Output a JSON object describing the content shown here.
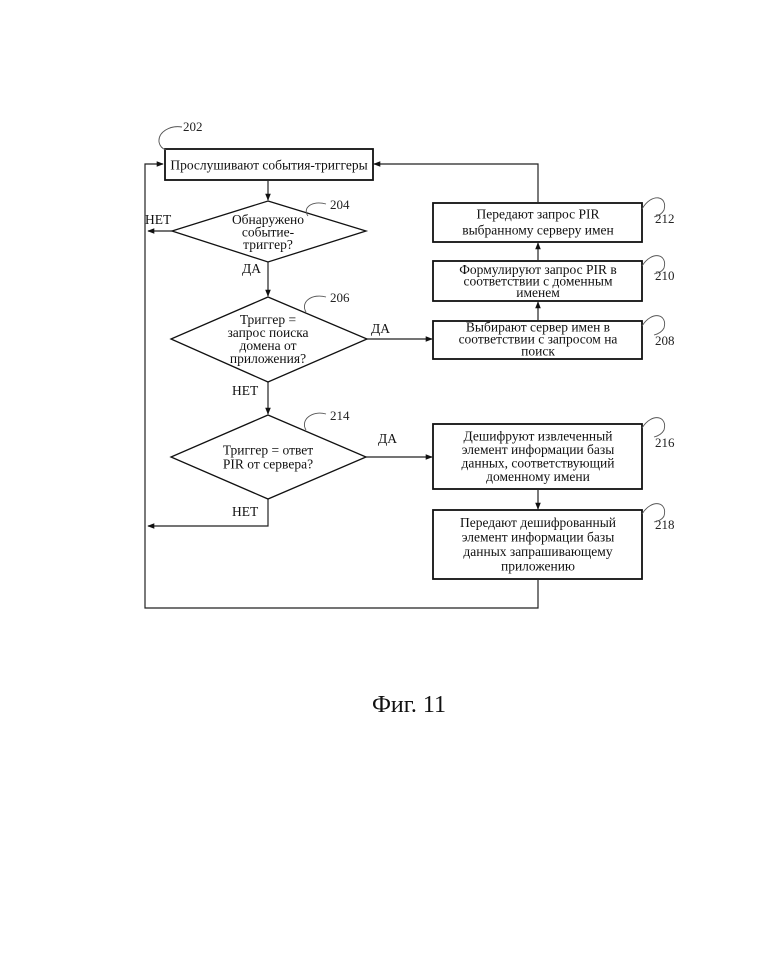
{
  "nodes": {
    "n202": {
      "ref": "202",
      "lines": [
        "Прослушивают события-триггеры"
      ]
    },
    "n204": {
      "ref": "204",
      "lines": [
        "Обнаружено",
        "событие-",
        "триггер?"
      ]
    },
    "n206": {
      "ref": "206",
      "lines": [
        "Триггер =",
        "запрос поиска",
        "домена от",
        "приложения?"
      ]
    },
    "n214": {
      "ref": "214",
      "lines": [
        "Триггер = ответ",
        "PIR от сервера?"
      ]
    },
    "n208": {
      "ref": "208",
      "lines": [
        "Выбирают сервер имен в",
        "соответствии с запросом на",
        "поиск"
      ]
    },
    "n210": {
      "ref": "210",
      "lines": [
        "Формулируют запрос PIR в",
        "соответствии с доменным",
        "именем"
      ]
    },
    "n212": {
      "ref": "212",
      "lines": [
        "Передают запрос PIR",
        "выбранному серверу имен"
      ]
    },
    "n216": {
      "ref": "216",
      "lines": [
        "Дешифруют извлеченный",
        "элемент информации базы",
        "данных, соответствующий",
        "доменному имени"
      ]
    },
    "n218": {
      "ref": "218",
      "lines": [
        "Передают дешифрованный",
        "элемент информации базы",
        "данных запрашивающему",
        "приложению"
      ]
    }
  },
  "edges": {
    "e204_no": "НЕТ",
    "e204_yes": "ДА",
    "e206_yes": "ДА",
    "e206_no": "НЕТ",
    "e214_yes": "ДА",
    "e214_no": "НЕТ"
  },
  "caption": "Фиг. 11"
}
